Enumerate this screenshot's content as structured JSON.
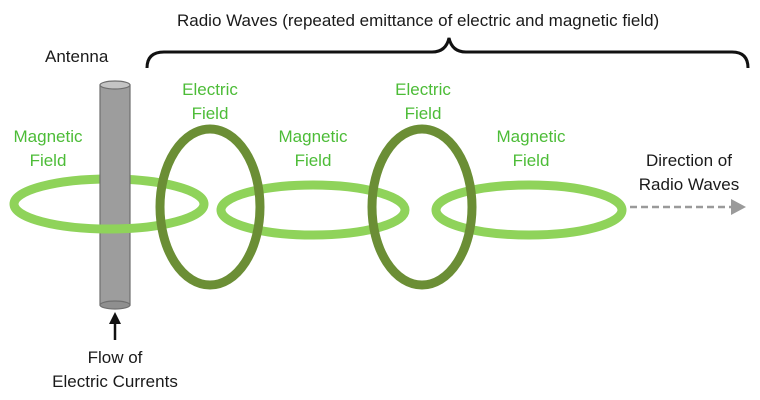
{
  "title": "Radio Waves (repeated emittance of electric and magnetic field)",
  "antenna_label": "Antenna",
  "current_label": [
    "Flow of",
    "Electric Currents"
  ],
  "direction_label": [
    "Direction of",
    "Radio Waves"
  ],
  "magnetic_labels": [
    [
      "Magnetic",
      "Field"
    ],
    [
      "Magnetic",
      "Field"
    ],
    [
      "Magnetic",
      "Field"
    ]
  ],
  "electric_labels": [
    [
      "Electric",
      "Field"
    ],
    [
      "Electric",
      "Field"
    ]
  ],
  "colors": {
    "magnetic_ring": "#8fd35a",
    "electric_ring": "#6b8e35",
    "label_green": "#4cbc37",
    "antenna_fill": "#9d9d9d",
    "antenna_top": "#c4c4c4",
    "arrow_gray": "#9a9a9a",
    "text": "#1a1a1a"
  }
}
